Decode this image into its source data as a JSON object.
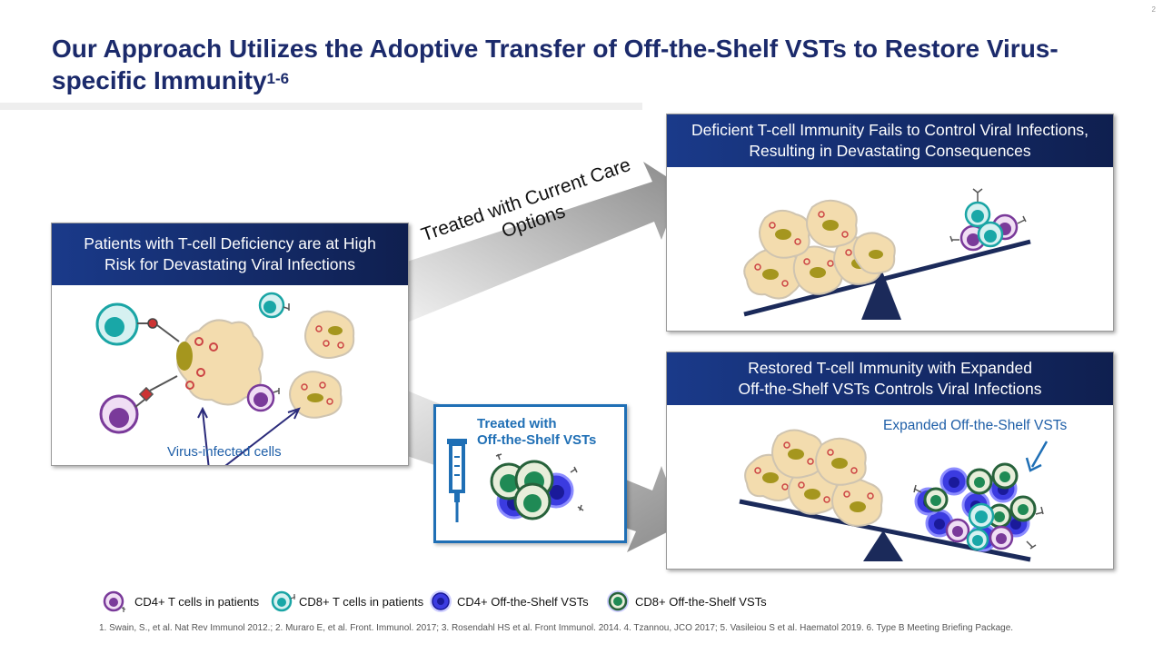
{
  "title": "Our Approach Utilizes the Adoptive Transfer of Off-the-Shelf VSTs to Restore Virus-specific Immunity",
  "title_sup": "1-6",
  "slide_number": "2",
  "left_box": {
    "header_line1": "Patients with T-cell Deficiency are at High",
    "header_line2": "Risk for Devastating Viral Infections",
    "virus_label": "Virus-infected cells"
  },
  "top_arrow": {
    "line1": "Treated with Current Care",
    "line2": "Options"
  },
  "vst_box": {
    "line1": "Treated with",
    "line2": "Off-the-Shelf VSTs"
  },
  "top_right_box": {
    "header_line1": "Deficient T-cell Immunity Fails to Control Viral Infections,",
    "header_line2": "Resulting in Devastating Consequences"
  },
  "bottom_right_box": {
    "header_line1": "Restored T-cell Immunity with Expanded",
    "header_line2": "Off-the-Shelf VSTs Controls Viral Infections",
    "expanded_label": "Expanded Off-the-Shelf  VSTs"
  },
  "legend": [
    {
      "label": "CD4+ T cells in patients",
      "icon": "cd4-cell-icon"
    },
    {
      "label": "CD8+ T cells in patients",
      "icon": "cd8-cell-icon"
    },
    {
      "label": "CD4+ Off-the-Shelf  VSTs",
      "icon": "cd4-vst-icon"
    },
    {
      "label": "CD8+ Off-the-Shelf  VSTs",
      "icon": "cd8-vst-icon"
    }
  ],
  "references": "1. Swain, S., et al. Nat Rev Immunol 2012.; 2. Muraro E, et al. Front. Immunol. 2017; 3. Rosendahl HS et al. Front Immunol. 2014. 4. Tzannou, JCO 2017; 5. Vasileiou S et al. Haematol 2019.  6. Type B Meeting Briefing Package.",
  "colors": {
    "title": "#1b2a6b",
    "header_dark": "#0f1f4f",
    "header_light": "#1a3a8a",
    "accent_blue": "#1f6fb5",
    "cd4": "#7a3a9a",
    "cd8": "#1aa5a5",
    "infected_cell": "#f3dcae"
  }
}
